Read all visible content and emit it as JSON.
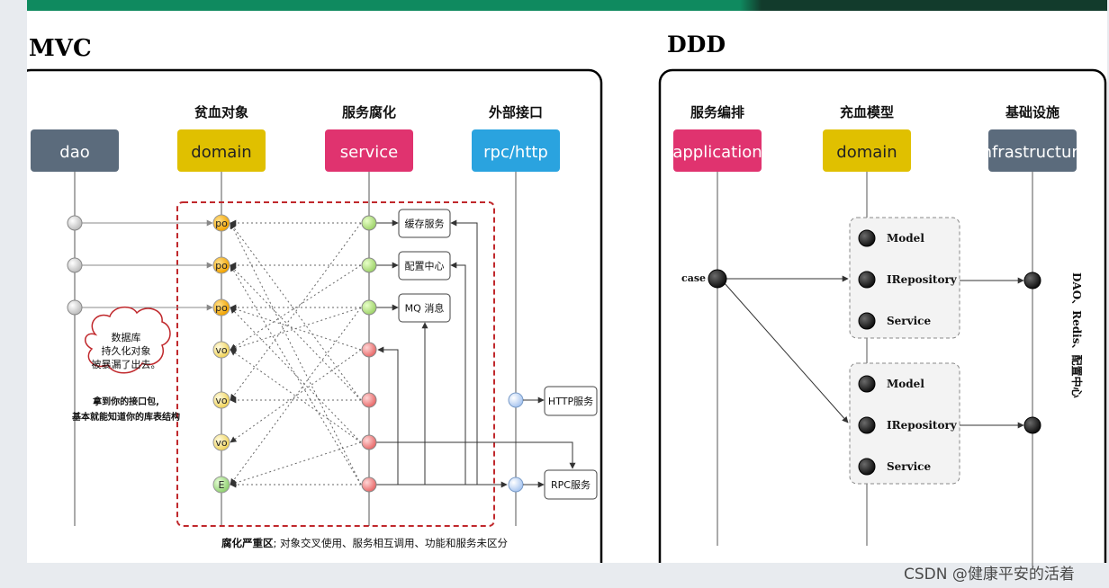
{
  "mvc": {
    "title": "MVC",
    "columns": [
      {
        "header": "",
        "box": "dao",
        "color": "#5b6b7c"
      },
      {
        "header": "贫血对象",
        "box": "domain",
        "color": "#e0c000"
      },
      {
        "header": "服务腐化",
        "box": "service",
        "color": "#e0336f"
      },
      {
        "header": "外部接口",
        "box": "rpc/http",
        "color": "#2aa3df"
      }
    ],
    "domain_nodes": [
      "po",
      "po",
      "po",
      "vo",
      "vo",
      "vo",
      "E"
    ],
    "side_boxes": [
      "缓存服务",
      "配置中心",
      "MQ 消息",
      "HTTP服务",
      "RPC服务"
    ],
    "cloud_lines": [
      "数据库",
      "持久化对象",
      "被暴漏了出去。"
    ],
    "note_lines": [
      "拿到你的接口包,",
      "基本就能知道你的库表结构"
    ],
    "footer_bold": "腐化严重区",
    "footer_rest": "; 对象交叉使用、服务相互调用、功能和服务未区分"
  },
  "ddd": {
    "title": "DDD",
    "columns": [
      {
        "header": "服务编排",
        "box": "application",
        "color": "#e0336f"
      },
      {
        "header": "充血模型",
        "box": "domain",
        "color": "#e0c000"
      },
      {
        "header": "基础设施",
        "box": "infrastructure",
        "color": "#5b6b7c"
      }
    ],
    "case_label": "case",
    "group_items": [
      "Model",
      "IRepository",
      "Service"
    ],
    "side_label": "DAO、Redis、配置中心"
  },
  "watermark": "CSDN @健康平安的活着"
}
